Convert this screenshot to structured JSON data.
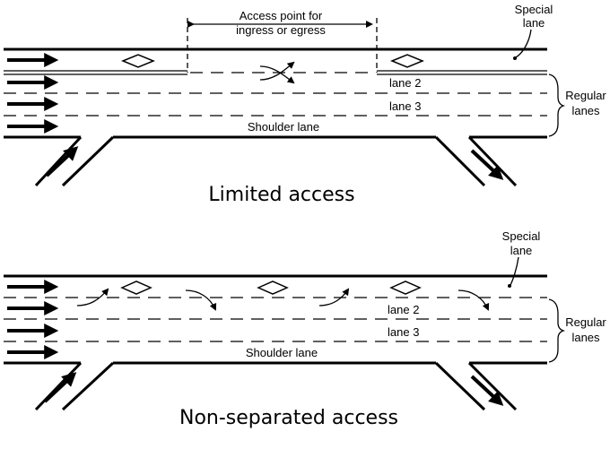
{
  "panels": {
    "limited": {
      "access_label_line1": "Access point for",
      "access_label_line2": "ingress or egress",
      "special_lane_line1": "Special",
      "special_lane_line2": "lane",
      "lane2": "lane 2",
      "lane3": "lane 3",
      "shoulder": "Shoulder lane",
      "regular_line1": "Regular",
      "regular_line2": "lanes",
      "caption": "Limited access"
    },
    "nonseparated": {
      "special_lane_line1": "Special",
      "special_lane_line2": "lane",
      "lane2": "lane 2",
      "lane3": "lane 3",
      "shoulder": "Shoulder lane",
      "regular_line1": "Regular",
      "regular_line2": "lanes",
      "caption": "Non-separated access"
    }
  }
}
